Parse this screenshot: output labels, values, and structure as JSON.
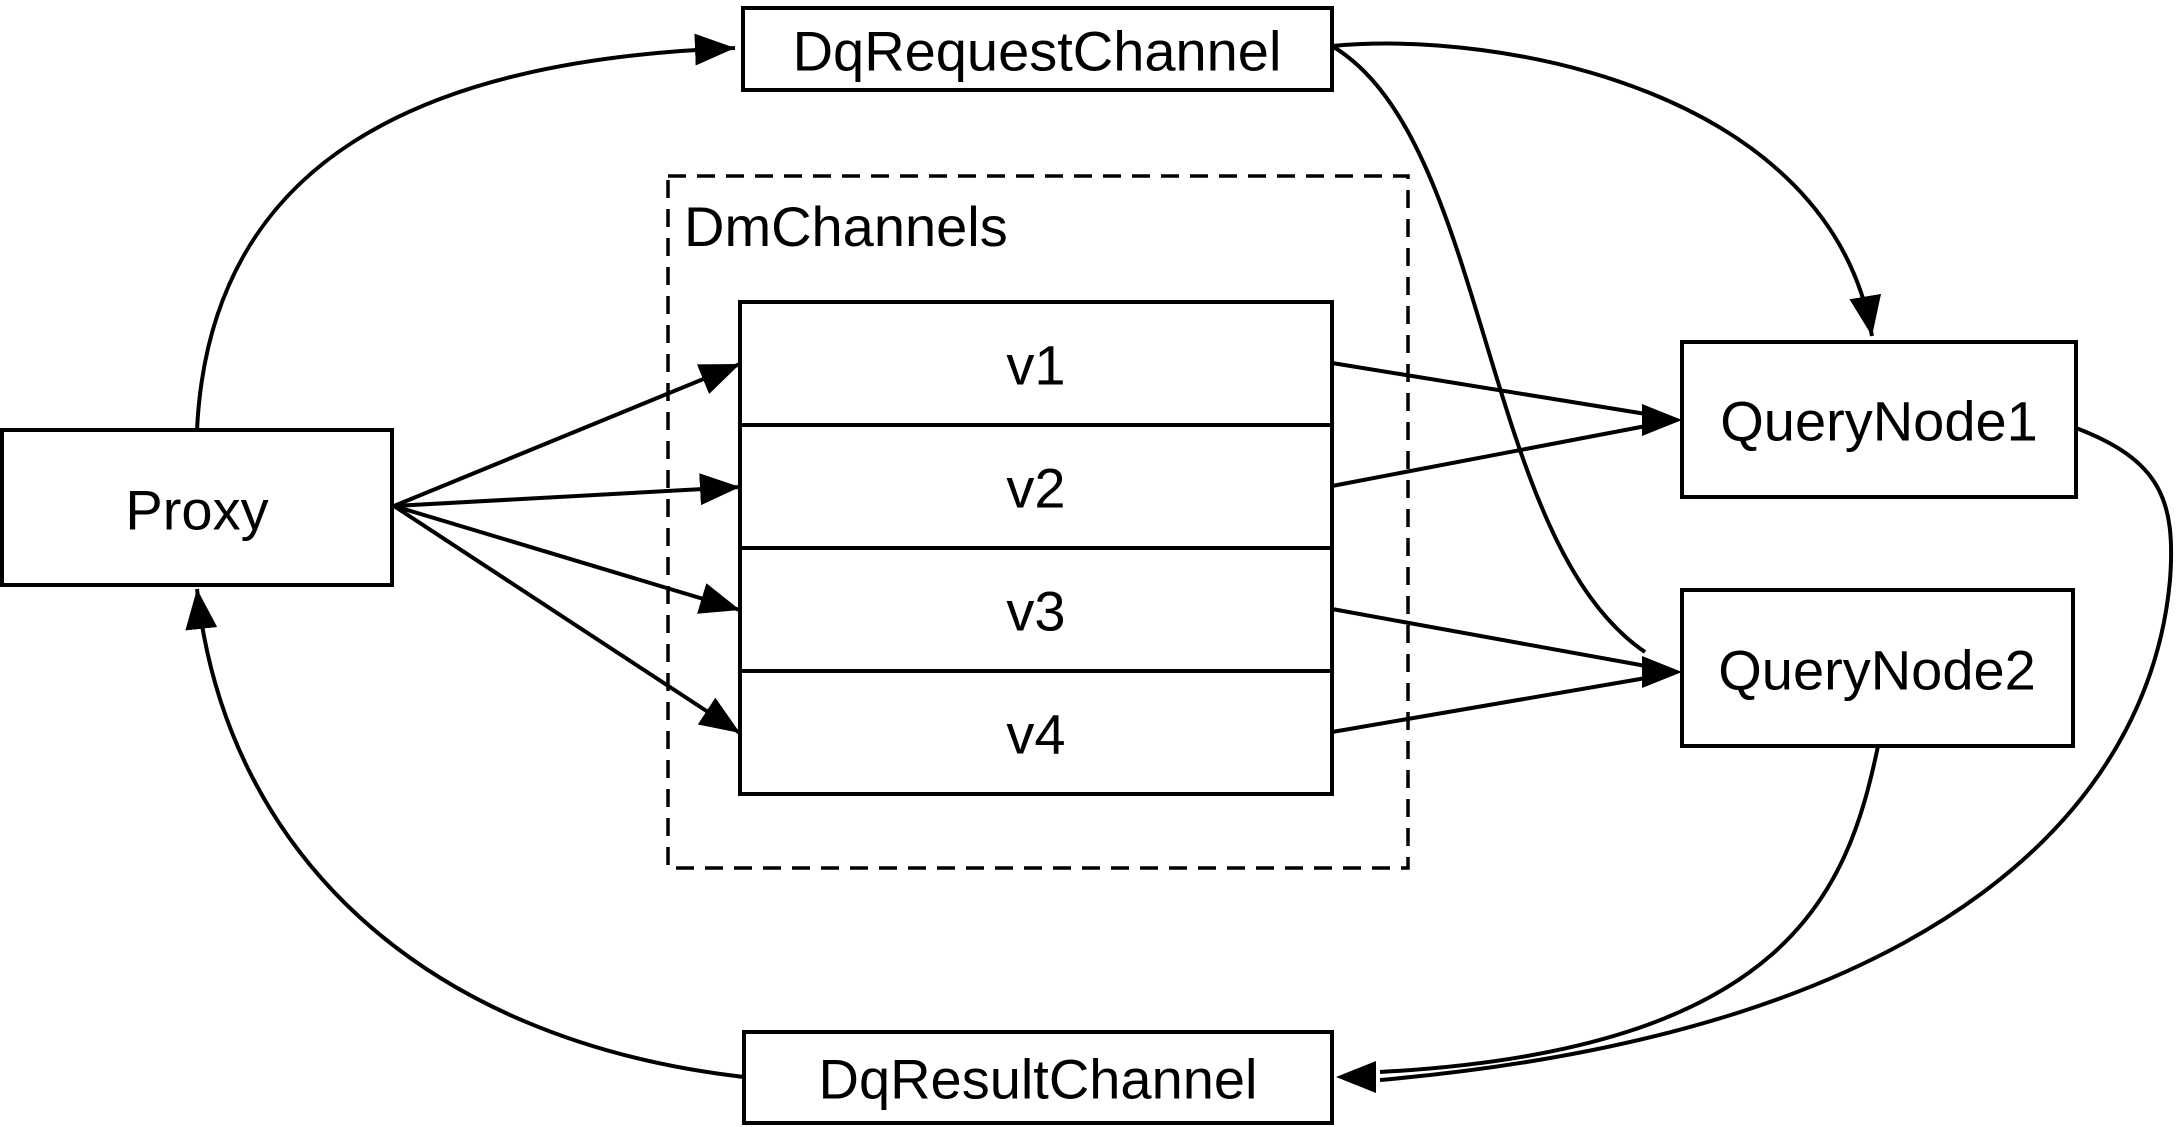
{
  "diagram": {
    "colors": {
      "background": "#ffffff",
      "line": "#000000",
      "box_fill": "#ffffff"
    },
    "nodes": {
      "proxy": {
        "label": "Proxy"
      },
      "dq_request_channel": {
        "label": "DqRequestChannel"
      },
      "dm_channels_group": {
        "label": "DmChannels"
      },
      "channels": [
        "v1",
        "v2",
        "v3",
        "v4"
      ],
      "query_node_1": {
        "label": "QueryNode1"
      },
      "query_node_2": {
        "label": "QueryNode2"
      },
      "dq_result_channel": {
        "label": "DqResultChannel"
      }
    },
    "edges": [
      {
        "from": "Proxy",
        "to": "DqRequestChannel"
      },
      {
        "from": "Proxy",
        "to": "v1"
      },
      {
        "from": "Proxy",
        "to": "v2"
      },
      {
        "from": "Proxy",
        "to": "v3"
      },
      {
        "from": "Proxy",
        "to": "v4"
      },
      {
        "from": "v1",
        "to": "QueryNode1"
      },
      {
        "from": "v2",
        "to": "QueryNode1"
      },
      {
        "from": "v3",
        "to": "QueryNode2"
      },
      {
        "from": "v4",
        "to": "QueryNode2"
      },
      {
        "from": "DqRequestChannel",
        "to": "QueryNode1"
      },
      {
        "from": "DqRequestChannel",
        "to": "QueryNode2"
      },
      {
        "from": "QueryNode1",
        "to": "DqResultChannel"
      },
      {
        "from": "QueryNode2",
        "to": "DqResultChannel"
      },
      {
        "from": "DqResultChannel",
        "to": "Proxy"
      }
    ]
  }
}
